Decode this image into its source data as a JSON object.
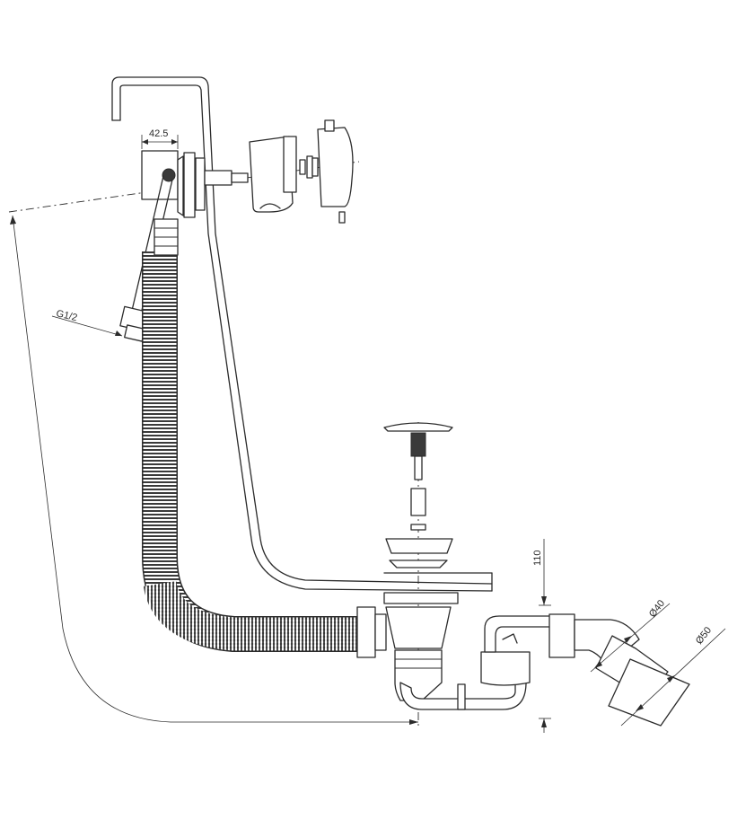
{
  "dimensions": {
    "width_label": "42.5",
    "thread_label": "G1/2",
    "height_label": "110",
    "pipe_small_label": "Ø40",
    "pipe_large_label": "Ø50"
  },
  "colors": {
    "line": "#2b2b2b",
    "background": "#ffffff"
  }
}
